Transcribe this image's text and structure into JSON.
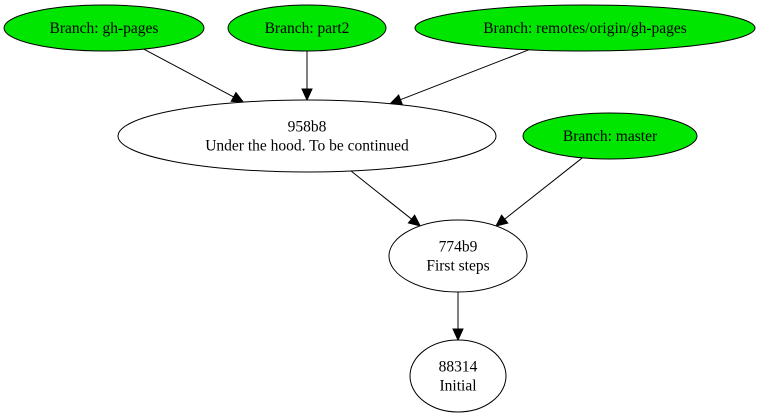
{
  "graph": {
    "branch_color": "#00e600",
    "commit_color": "#ffffff",
    "nodes": [
      {
        "id": "b-gh-pages",
        "kind": "branch",
        "lines": [
          "Branch: gh-pages"
        ]
      },
      {
        "id": "b-part2",
        "kind": "branch",
        "lines": [
          "Branch: part2"
        ]
      },
      {
        "id": "b-remote-gh-pages",
        "kind": "branch",
        "lines": [
          "Branch: remotes/origin/gh-pages"
        ]
      },
      {
        "id": "c-958b8",
        "kind": "commit",
        "lines": [
          "958b8",
          "Under the hood. To be continued"
        ]
      },
      {
        "id": "b-master",
        "kind": "branch",
        "lines": [
          "Branch: master"
        ]
      },
      {
        "id": "c-774b9",
        "kind": "commit",
        "lines": [
          "774b9",
          "First steps"
        ]
      },
      {
        "id": "c-88314",
        "kind": "commit",
        "lines": [
          "88314",
          "Initial"
        ]
      }
    ],
    "edges": [
      {
        "from": "b-gh-pages",
        "to": "c-958b8"
      },
      {
        "from": "b-part2",
        "to": "c-958b8"
      },
      {
        "from": "b-remote-gh-pages",
        "to": "c-958b8"
      },
      {
        "from": "c-958b8",
        "to": "c-774b9"
      },
      {
        "from": "b-master",
        "to": "c-774b9"
      },
      {
        "from": "c-774b9",
        "to": "c-88314"
      }
    ]
  }
}
